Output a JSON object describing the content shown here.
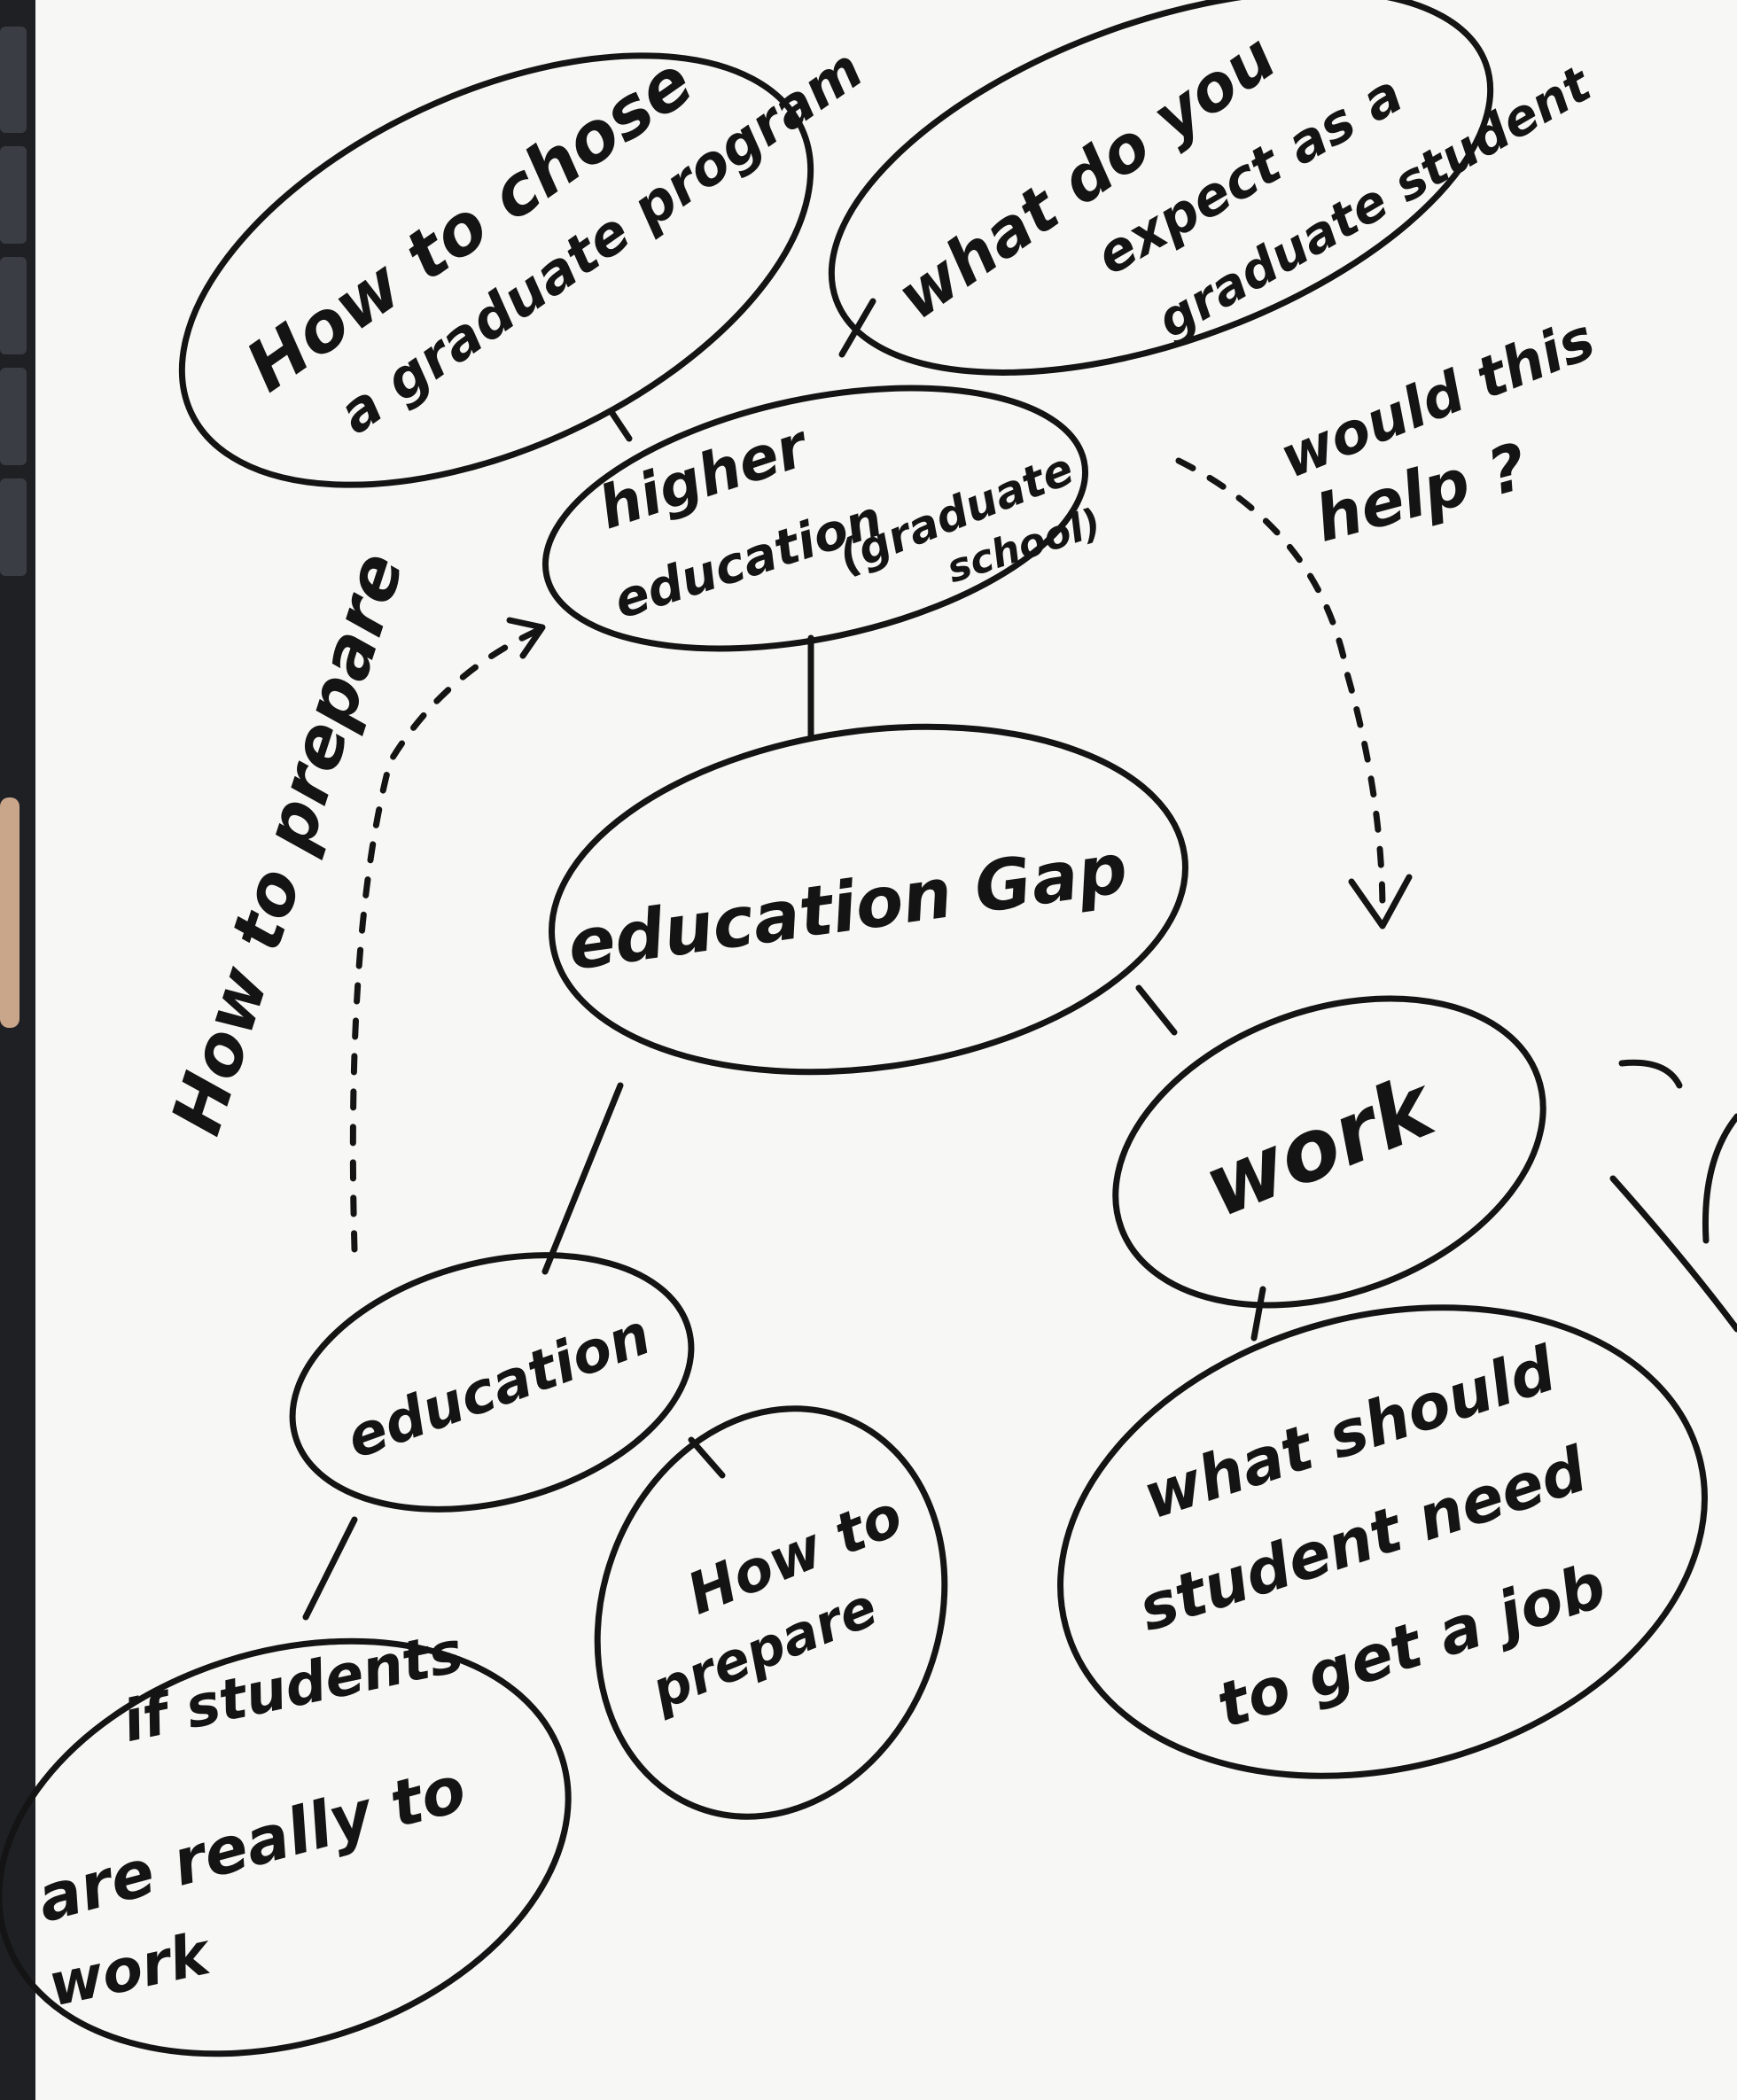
{
  "nodes": {
    "center": "education Gap",
    "higher_education": [
      "higher",
      "education",
      "(graduate",
      "school)"
    ],
    "work": "work",
    "education": "education",
    "choose_program": [
      "How to chose",
      "a graduate program"
    ],
    "expect_student": [
      "what do you",
      "expect as a",
      "graduate student"
    ],
    "would_help": [
      "would this",
      "help ?"
    ],
    "how_to_prepare_side": "How to prepare",
    "how_to_prepare_node": [
      "How to",
      "prepare"
    ],
    "students_ready": [
      "if students",
      "are really to",
      "work"
    ],
    "student_need": [
      "what should",
      "student need",
      "to get a job"
    ]
  },
  "colors": {
    "paper": "#f7f7f5",
    "ink": "#141414",
    "background": "#2a2c31"
  }
}
